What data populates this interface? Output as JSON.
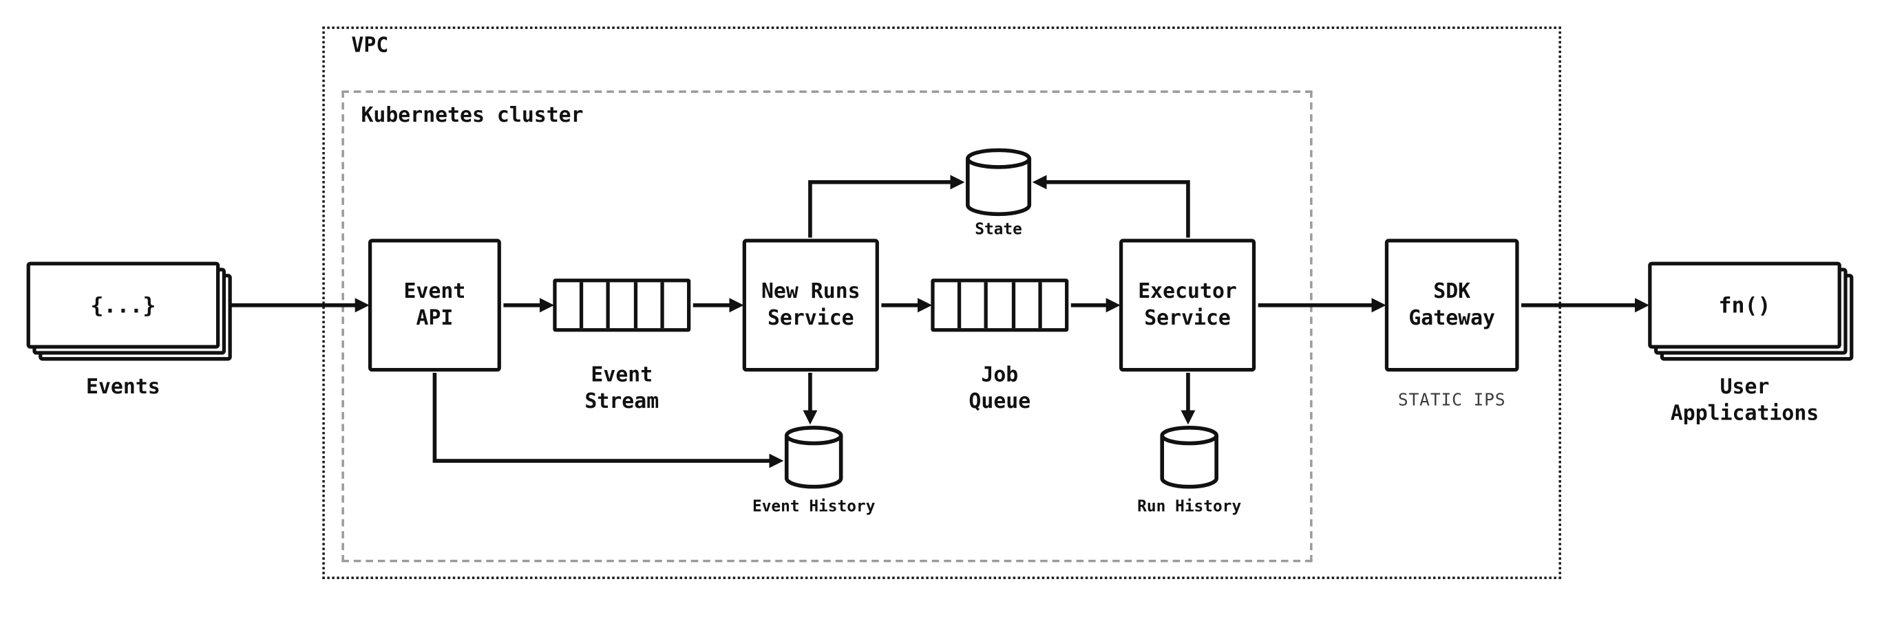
{
  "canvas": {
    "background": "#ffffff",
    "ink": "#111111",
    "cluster_border": "#9b9b9b"
  },
  "containers": {
    "vpc": {
      "label": "VPC"
    },
    "kubernetes": {
      "label": "Kubernetes cluster"
    }
  },
  "external": {
    "events": {
      "glyph": "{...}",
      "label": "Events"
    },
    "user_apps": {
      "glyph": "fn()",
      "label": "User\nApplications"
    }
  },
  "services": {
    "event_api": {
      "label": "Event\nAPI"
    },
    "new_runs": {
      "label": "New Runs\nService"
    },
    "executor": {
      "label": "Executor\nService"
    },
    "sdk_gateway": {
      "label": "SDK\nGateway",
      "sublabel": "STATIC IPS"
    }
  },
  "queues": {
    "event_stream": {
      "label": "Event\nStream",
      "cells": 5
    },
    "job_queue": {
      "label": "Job\nQueue",
      "cells": 5
    }
  },
  "databases": {
    "state": {
      "label": "State"
    },
    "event_history": {
      "label": "Event History"
    },
    "run_history": {
      "label": "Run History"
    }
  }
}
